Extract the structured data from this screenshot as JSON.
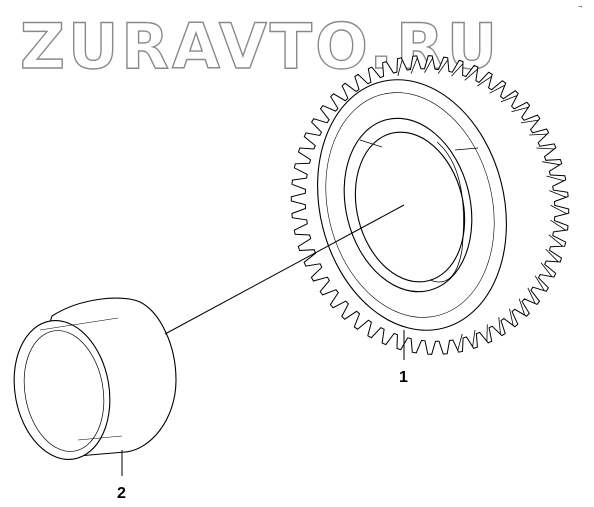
{
  "watermark": "ZURAVTO.RU",
  "corner_code": "¬",
  "callouts": [
    {
      "number": "1",
      "part": "gear"
    },
    {
      "number": "2",
      "part": "bushing"
    }
  ],
  "colors": {
    "ink": "#000000",
    "watermark_outline": "#8a8a8a",
    "background": "#ffffff"
  }
}
